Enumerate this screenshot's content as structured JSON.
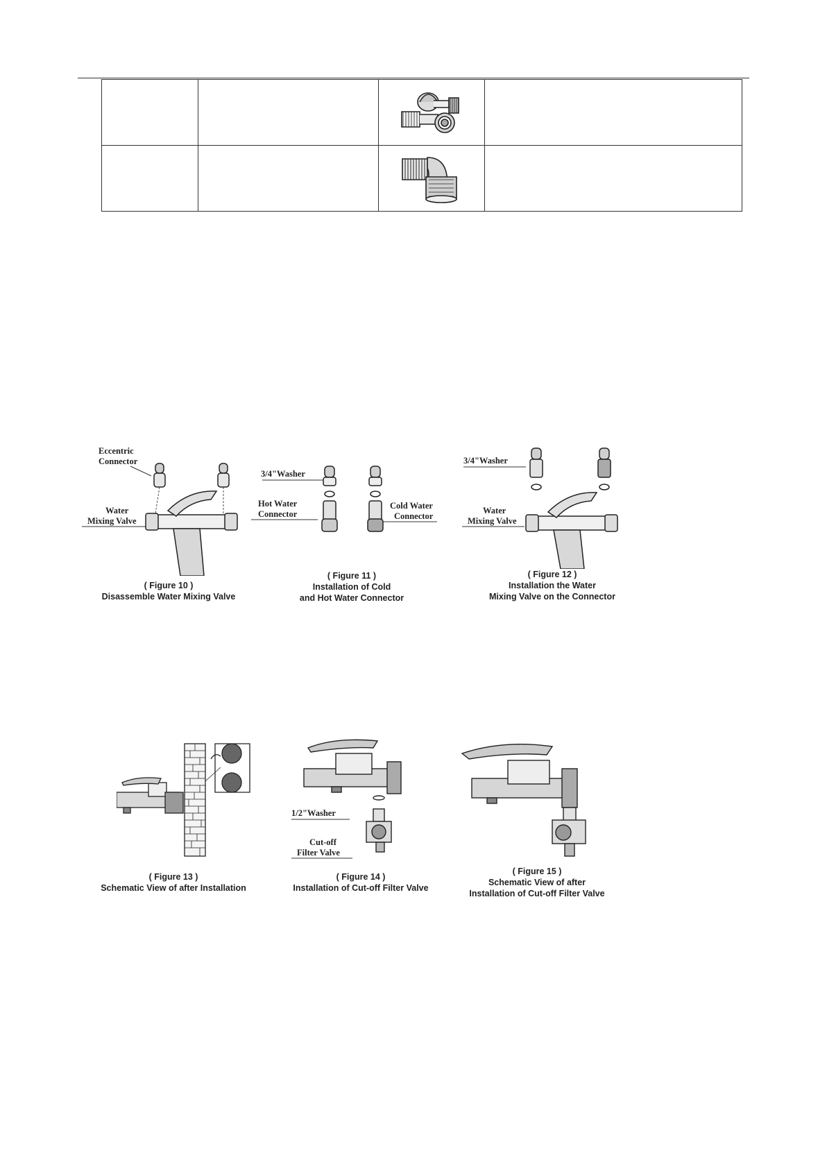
{
  "figures_row1": {
    "fig10": {
      "caption_num": "( Figure 10 )",
      "caption_text": "Disassemble Water Mixing Valve",
      "label_eccentric_1": "Eccentric",
      "label_eccentric_2": "Connector",
      "label_valve_1": "Water",
      "label_valve_2": "Mixing Valve"
    },
    "fig11": {
      "caption_num": "( Figure 11 )",
      "caption_text_1": "Installation of Cold",
      "caption_text_2": "and Hot Water Connector",
      "label_washer": "3/4\"Washer",
      "label_hot_1": "Hot Water",
      "label_hot_2": "Connector",
      "label_cold_1": "Cold Water",
      "label_cold_2": "Connector"
    },
    "fig12": {
      "caption_num": "( Figure 12 )",
      "caption_text_1": "Installation the Water",
      "caption_text_2": "Mixing Valve on the Connector",
      "label_washer": "3/4\"Washer",
      "label_valve_1": "Water",
      "label_valve_2": "Mixing Valve"
    }
  },
  "figures_row2": {
    "fig13": {
      "caption_num": "( Figure 13 )",
      "caption_text": "Schematic View of after Installation"
    },
    "fig14": {
      "caption_num": "( Figure 14 )",
      "caption_text": "Installation of Cut-off Filter Valve",
      "label_washer": "1/2\"Washer",
      "label_cutoff_1": "Cut-off",
      "label_cutoff_2": "Filter Valve"
    },
    "fig15": {
      "caption_num": "( Figure 15 )",
      "caption_text_1": "Schematic View of after",
      "caption_text_2": "Installation of Cut-off Filter Valve"
    }
  }
}
